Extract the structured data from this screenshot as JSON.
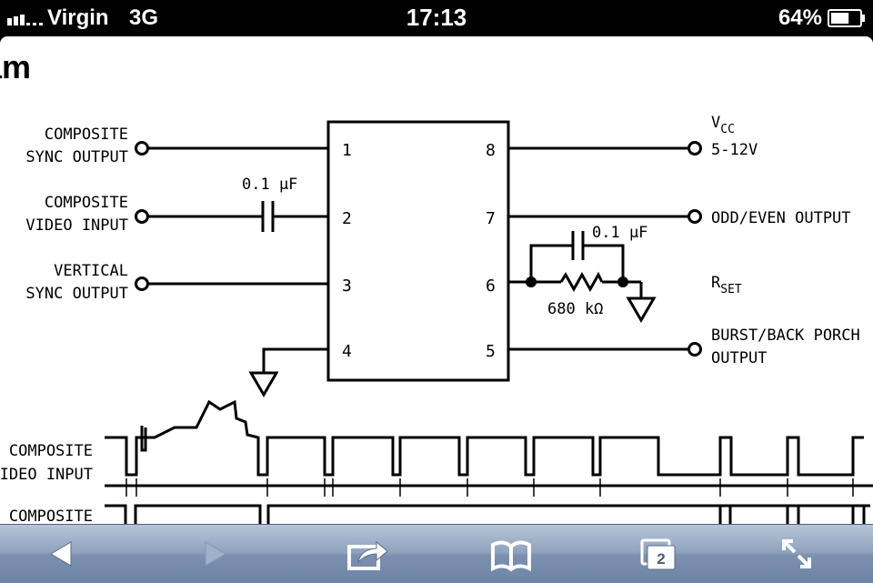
{
  "status_bar": {
    "carrier": "Virgin",
    "network": "3G",
    "time": "17:13",
    "battery_percent": "64%",
    "battery_level": 0.64
  },
  "document": {
    "heading": "am",
    "pins": {
      "p1": "1",
      "p2": "2",
      "p3": "3",
      "p4": "4",
      "p5": "5",
      "p6": "6",
      "p7": "7",
      "p8": "8"
    },
    "left_labels": {
      "composite_sync_l1": "COMPOSITE",
      "composite_sync_l2": "SYNC OUTPUT",
      "composite_video_l1": "COMPOSITE",
      "composite_video_l2": "VIDEO INPUT",
      "vertical_sync_l1": "VERTICAL",
      "vertical_sync_l2": "SYNC OUTPUT"
    },
    "right_labels": {
      "vcc_v": "V",
      "vcc_sub": "CC",
      "vcc_range": "5-12V",
      "odd_even": "ODD/EVEN OUTPUT",
      "rset_r": "R",
      "rset_sub": "SET",
      "burst_l1": "BURST/BACK PORCH",
      "burst_l2": "OUTPUT"
    },
    "components": {
      "cap_input": "0.1 µF",
      "cap_rset": "0.1 µF",
      "resistor": "680 kΩ"
    },
    "waveforms": {
      "composite_video_l1": "COMPOSITE",
      "composite_video_l2": "VIDEO INPUT",
      "composite_l1": "COMPOSITE"
    }
  },
  "toolbar": {
    "tab_count": "2",
    "icons": [
      "back-icon",
      "forward-icon",
      "share-icon",
      "bookmarks-icon",
      "tabs-icon",
      "fullscreen-icon"
    ]
  }
}
